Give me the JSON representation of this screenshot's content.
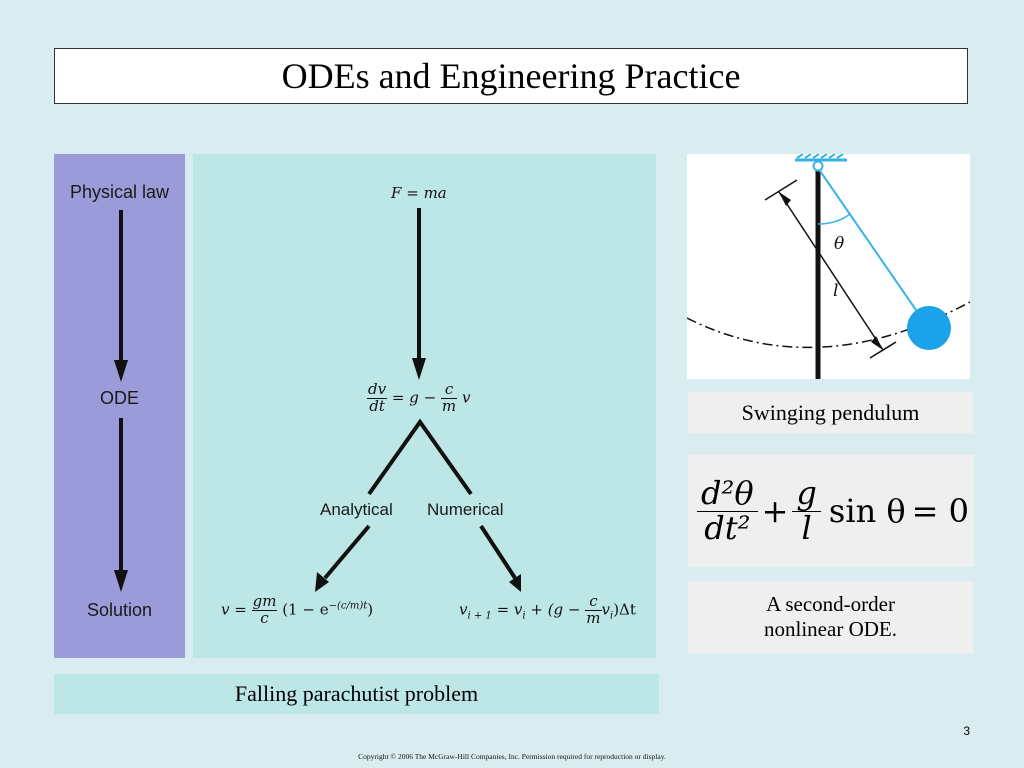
{
  "slide": {
    "title": "ODEs and Engineering Practice",
    "page_number": "3",
    "copyright": "Copyright © 2006 The McGraw-Hill Companies, Inc.  Permission required for reproduction or display."
  },
  "left_flow": {
    "steps": [
      "Physical law",
      "ODE",
      "Solution"
    ]
  },
  "parachutist_flow": {
    "law_lhs": "F",
    "law_eq": "=",
    "law_rhs": "ma",
    "ode_dv": "dv",
    "ode_dt": "dt",
    "ode_eq_g": "= g −",
    "ode_c": "c",
    "ode_m": "m",
    "ode_v": "v",
    "branch_analytical": "Analytical",
    "branch_numerical": "Numerical",
    "analytic_lhs": "v =",
    "analytic_gm": "gm",
    "analytic_c": "c",
    "analytic_rest": "(1 − e",
    "analytic_exp": "−(c/m)t",
    "analytic_close": ")",
    "numeric_v": "v",
    "numeric_sub_next": "i + 1",
    "numeric_eq": "= v",
    "numeric_sub_i": "i",
    "numeric_plus": "+ (g −",
    "numeric_c": "c",
    "numeric_m": "m",
    "numeric_tail_v": "v",
    "numeric_tail_sub": "i",
    "numeric_tail": ")Δt",
    "caption": "Falling parachutist problem"
  },
  "pendulum": {
    "theta_label": "θ",
    "length_label": "l",
    "caption": "Swinging pendulum",
    "equation": {
      "d2theta": "d²θ",
      "dt2": "dt²",
      "plus": "+",
      "g": "g",
      "l": "l",
      "sin_theta": "sin θ",
      "equals_zero": "= 0"
    },
    "ode_caption": "A second-order nonlinear ODE."
  },
  "colors": {
    "background": "#d9ecf0",
    "left_strip": "#9b9bd9",
    "flow_panel": "#bde7e7",
    "pendulum_bob": "#1aa3e8",
    "pendulum_string": "#36b4e6"
  }
}
